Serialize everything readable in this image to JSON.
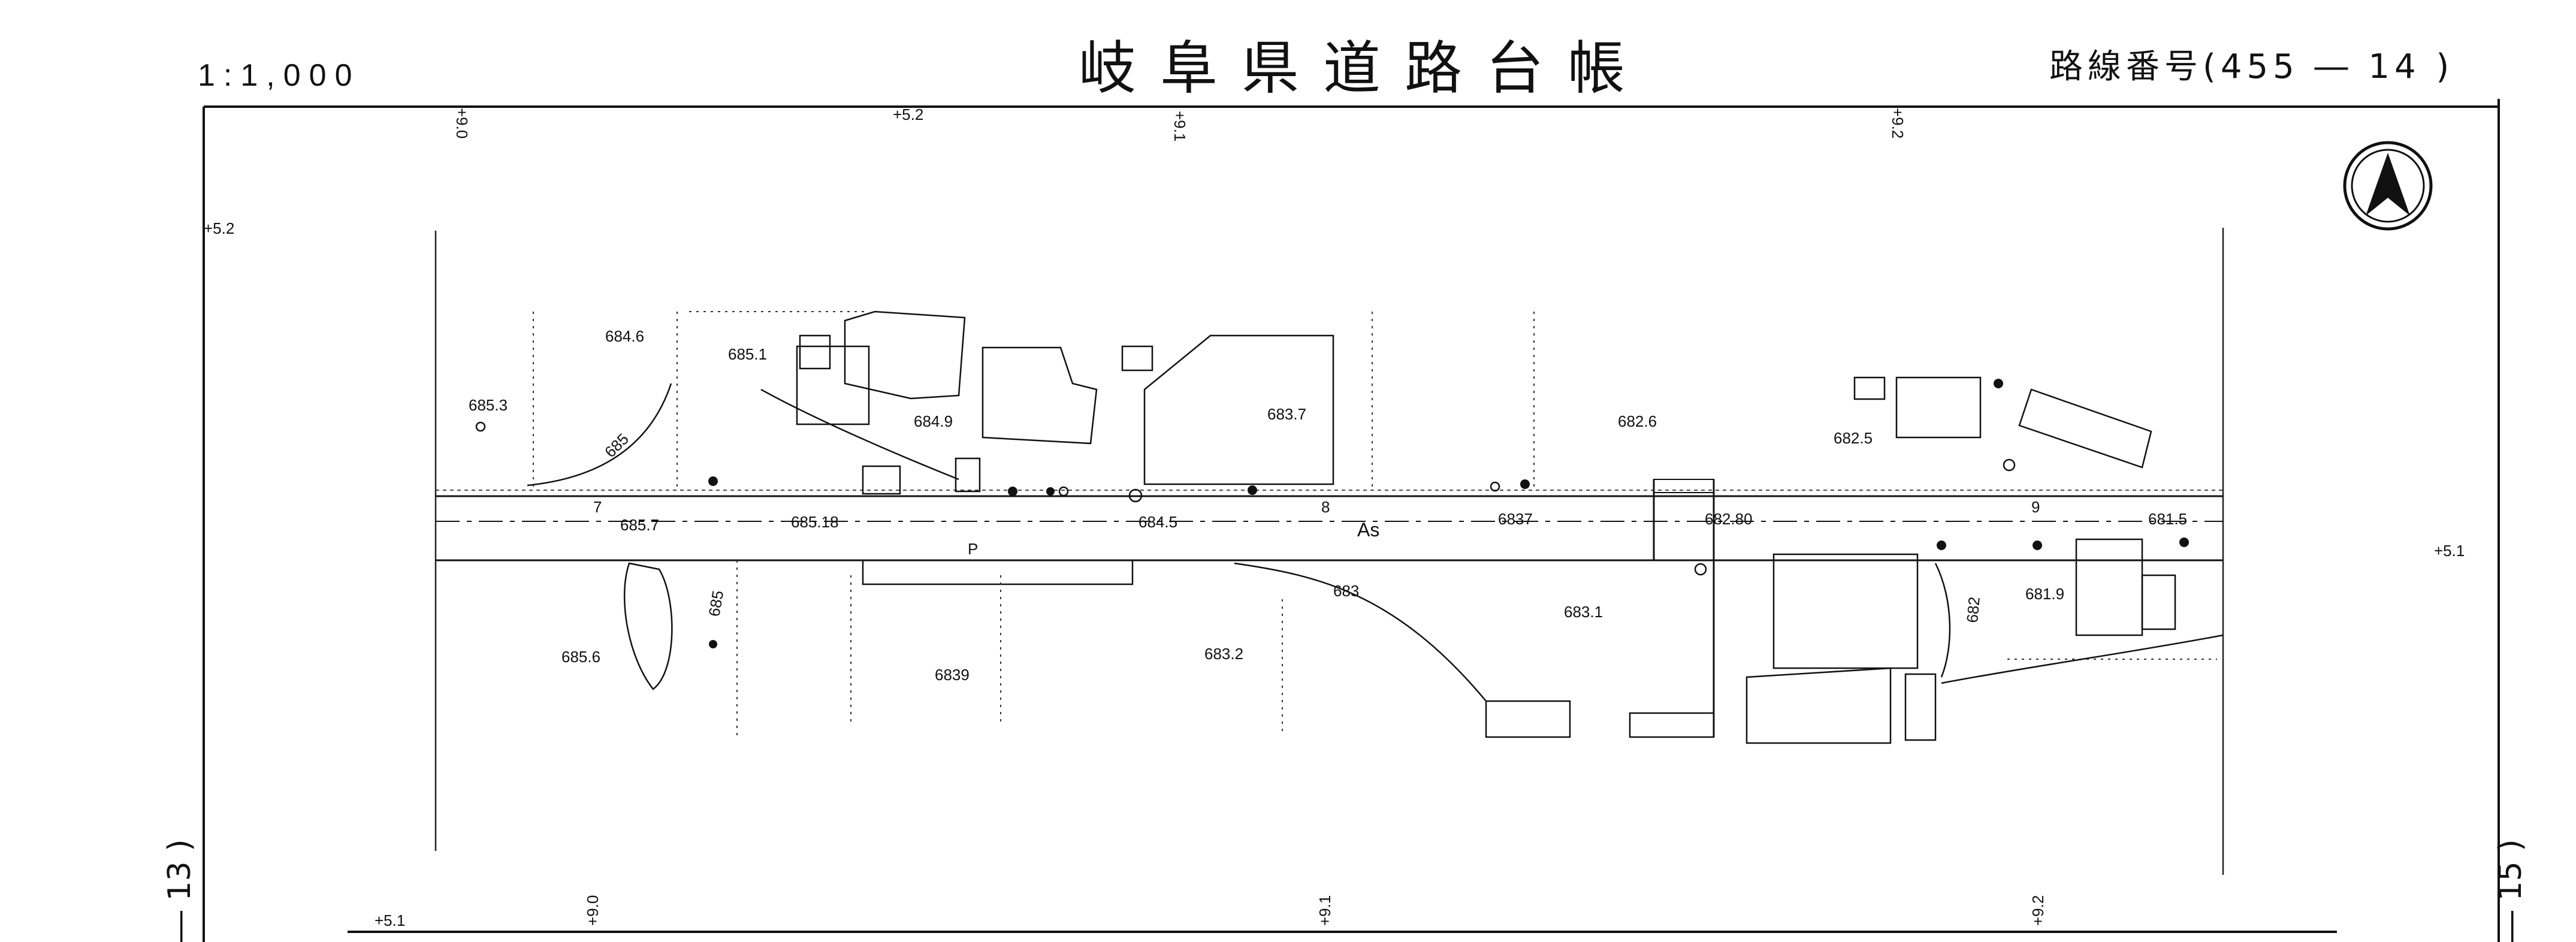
{
  "header": {
    "scale": "1:1,000",
    "title": "岐阜県道路台帳",
    "route_number": "路線番号(455 ― 14 )"
  },
  "side_labels": {
    "left": "― 13 )",
    "right": "― 15 )"
  },
  "grid_labels": [
    "+9.0",
    "+5.2",
    "+9.1",
    "+9.2",
    "+5.2",
    "+5.1",
    "+5.1",
    "+9.0",
    "+9.1",
    "+9.2"
  ],
  "elevations": [
    "684.6",
    "685.1",
    "685.3",
    "684.9",
    "683.7",
    "682.6",
    "682.5",
    "685.7",
    "685.18",
    "684.5",
    "6837",
    "682.80",
    "681.5",
    "685.6",
    "6839",
    "683.2",
    "683.1",
    "681.9"
  ],
  "contours": [
    "685",
    "685",
    "683",
    "682"
  ],
  "road": {
    "surface": "As",
    "chainage": [
      "7",
      "8",
      "9"
    ],
    "marker_p": "P"
  },
  "colors": {
    "ink": "#111111",
    "paper": "#ffffff"
  },
  "icons": [
    "north-arrow-icon"
  ]
}
